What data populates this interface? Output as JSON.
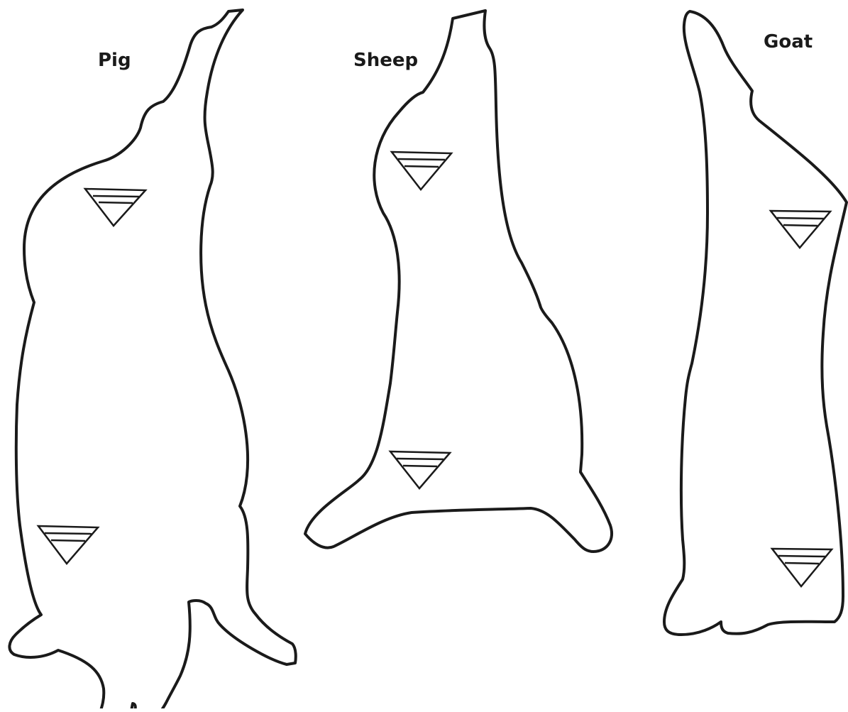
{
  "carcasses": [
    {
      "id": "pig",
      "label": "Pig",
      "stamp_count": 2
    },
    {
      "id": "sheep",
      "label": "Sheep",
      "stamp_count": 2
    },
    {
      "id": "goat",
      "label": "Goat",
      "stamp_count": 2
    }
  ],
  "style": {
    "stroke_color": "#1a1a1a",
    "fill_color": "#ffffff",
    "background": "#ffffff"
  }
}
